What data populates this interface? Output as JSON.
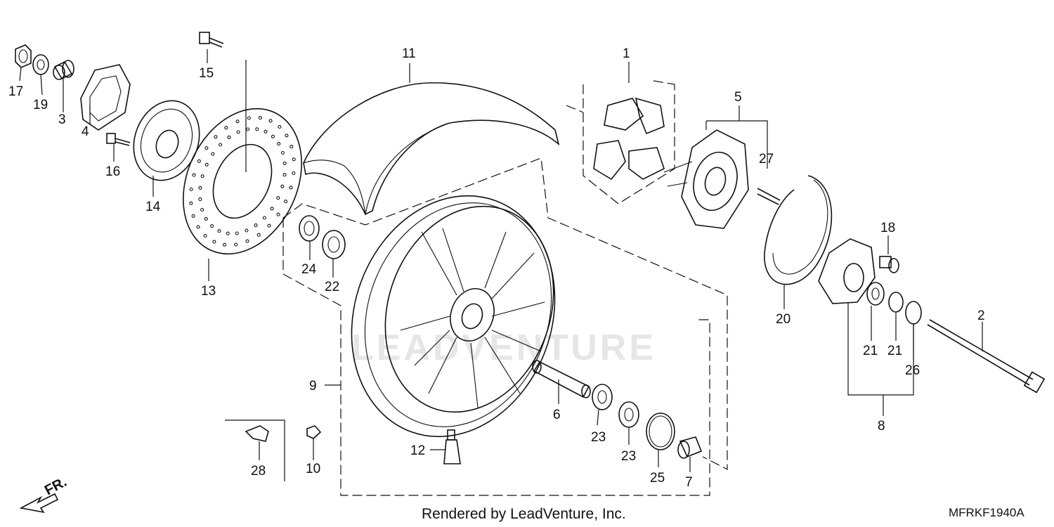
{
  "diagram": {
    "callouts": [
      {
        "id": "1",
        "label": "1"
      },
      {
        "id": "2",
        "label": "2"
      },
      {
        "id": "3",
        "label": "3"
      },
      {
        "id": "4",
        "label": "4"
      },
      {
        "id": "5",
        "label": "5"
      },
      {
        "id": "6",
        "label": "6"
      },
      {
        "id": "7",
        "label": "7"
      },
      {
        "id": "8",
        "label": "8"
      },
      {
        "id": "9",
        "label": "9"
      },
      {
        "id": "10",
        "label": "10"
      },
      {
        "id": "11",
        "label": "11"
      },
      {
        "id": "12",
        "label": "12"
      },
      {
        "id": "13",
        "label": "13"
      },
      {
        "id": "14",
        "label": "14"
      },
      {
        "id": "15",
        "label": "15"
      },
      {
        "id": "16",
        "label": "16"
      },
      {
        "id": "17",
        "label": "17"
      },
      {
        "id": "18",
        "label": "18"
      },
      {
        "id": "19",
        "label": "19"
      },
      {
        "id": "20",
        "label": "20"
      },
      {
        "id": "21a",
        "label": "21"
      },
      {
        "id": "21b",
        "label": "21"
      },
      {
        "id": "22",
        "label": "22"
      },
      {
        "id": "23a",
        "label": "23"
      },
      {
        "id": "23b",
        "label": "23"
      },
      {
        "id": "24",
        "label": "24"
      },
      {
        "id": "25",
        "label": "25"
      },
      {
        "id": "26",
        "label": "26"
      },
      {
        "id": "27",
        "label": "27"
      },
      {
        "id": "28",
        "label": "28"
      }
    ],
    "direction_label": "FR.",
    "footer_credit": "Rendered by LeadVenture, Inc.",
    "diagram_code": "MFRKF1940A",
    "watermark": "LEADVENTURE"
  },
  "colors": {
    "line": "#111111",
    "watermark": "#e6e6e6",
    "background": "#ffffff"
  }
}
